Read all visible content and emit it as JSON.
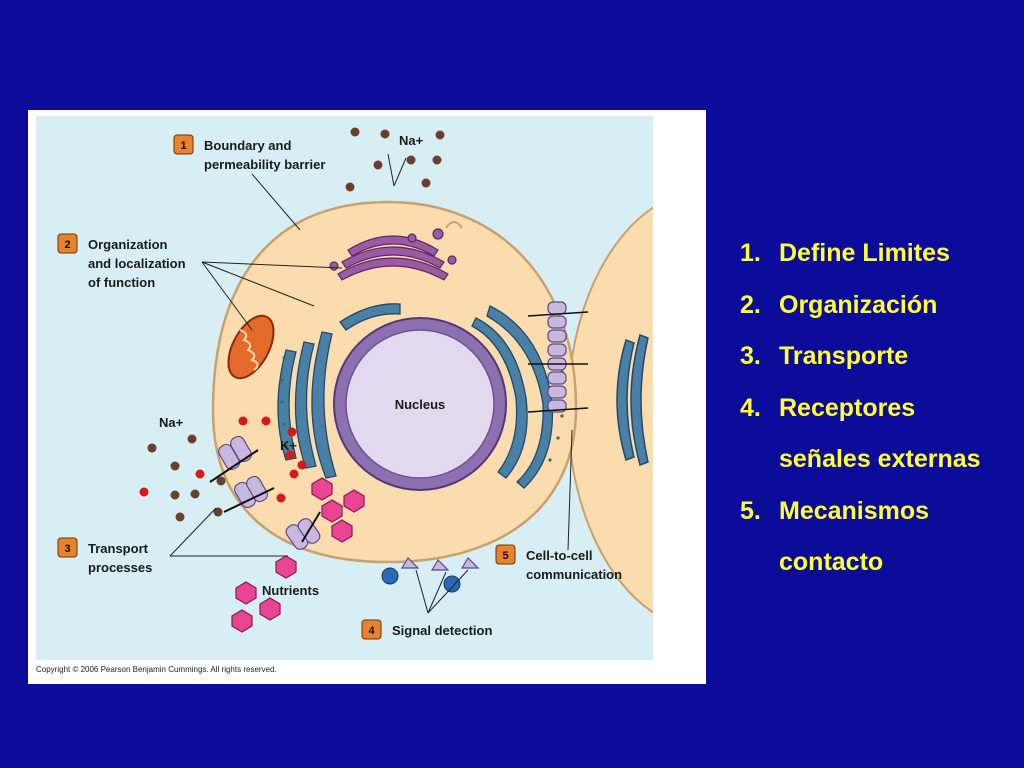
{
  "figure": {
    "callouts": [
      {
        "num": "1",
        "lines": [
          "Boundary and",
          "permeability barrier"
        ]
      },
      {
        "num": "2",
        "lines": [
          "Organization",
          "and localization",
          "of function"
        ]
      },
      {
        "num": "3",
        "lines": [
          "Transport",
          "processes"
        ]
      },
      {
        "num": "4",
        "lines": [
          "Signal detection"
        ]
      },
      {
        "num": "5",
        "lines": [
          "Cell-to-cell",
          "communication"
        ]
      }
    ],
    "nucleus_label": "Nucleus",
    "nutrients_label": "Nutrients",
    "ion_na_label": "Na+",
    "ion_k_label": "K+",
    "copyright": "Copyright © 2006 Pearson Benjamin Cummings. All rights reserved."
  },
  "list": [
    {
      "num": "1.",
      "text": "Define Limites"
    },
    {
      "num": "2.",
      "text": "Organización"
    },
    {
      "num": "3.",
      "text": "Transporte"
    },
    {
      "num": "4.",
      "text": "Receptores"
    },
    {
      "num": "",
      "text": "señales externas"
    },
    {
      "num": "5.",
      "text": "Mecanismos"
    },
    {
      "num": "",
      "text": "contacto"
    }
  ],
  "colors": {
    "background": "#0c0c9a",
    "list_text": "#ffff33",
    "cytoplasm": "#fbdcae",
    "extracellular": "#d7eef5",
    "callout_badge": "#e9822e"
  }
}
